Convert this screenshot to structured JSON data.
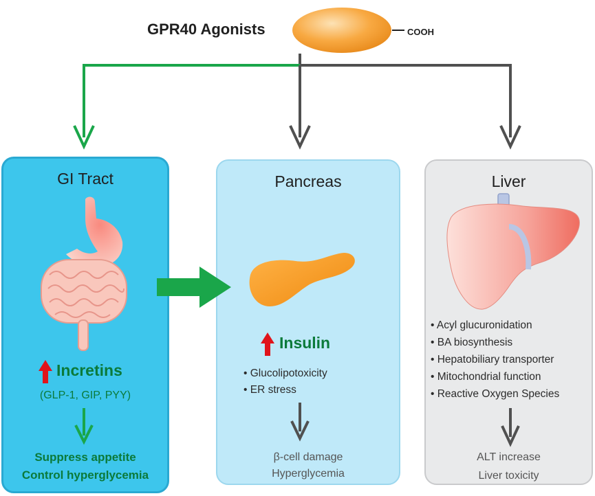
{
  "header": {
    "title": "GPR40 Agonists",
    "group_label": "COOH"
  },
  "panels": {
    "gi": {
      "title": "GI Tract",
      "up_label": "Incretins",
      "sub_label": "(GLP-1, GIP, PYY)",
      "effects": [
        "Suppress appetite",
        "Control hyperglycemia"
      ]
    },
    "pancreas": {
      "title": "Pancreas",
      "up_label": "Insulin",
      "bullets": [
        "• Glucolipotoxicity",
        "• ER stress"
      ],
      "outcomes": [
        "β-cell damage",
        "Hyperglycemia"
      ]
    },
    "liver": {
      "title": "Liver",
      "bullets": [
        "• Acyl glucuronidation",
        "• BA biosynthesis",
        "• Hepatobiliary transporter",
        "• Mitochondrial function",
        "• Reactive Oxygen Species"
      ],
      "outcomes": [
        "ALT increase",
        "Liver toxicity"
      ]
    }
  },
  "colors": {
    "green_arrow": "#1aa64a",
    "gray_arrow": "#505050",
    "red_arrow": "#e0141b",
    "gi_panel": "#3dc6ec",
    "pancreas_panel": "#bfe9f9",
    "liver_panel": "#e9eaeb",
    "molecule": "#f7a23c",
    "pancreas_organ": "#f39a1c",
    "liver_organ": "#f6a29a"
  }
}
